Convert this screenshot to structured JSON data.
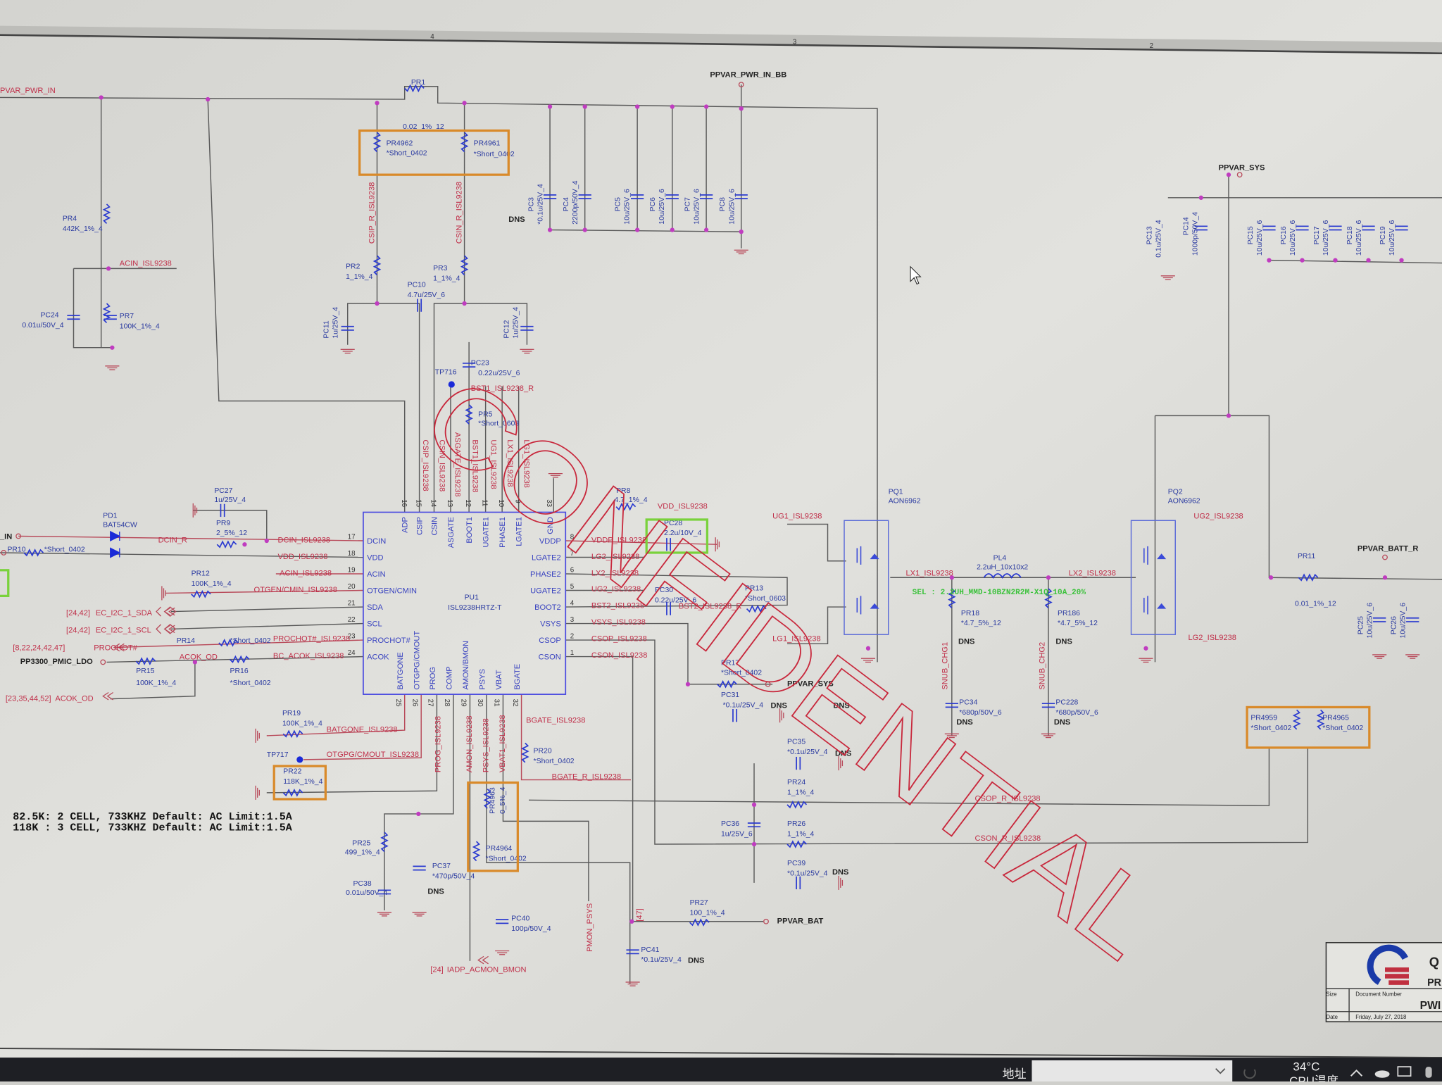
{
  "sheet": {
    "column_markers": [
      "4",
      "3",
      "2"
    ],
    "watermark": "CONFIDENTIAL",
    "notes": [
      "82.5K: 2 CELL, 733KHZ Default: AC Limit:1.5A",
      "118K : 3 CELL, 733KHZ Default: AC Limit:1.5A"
    ],
    "dns_label": "DNS",
    "selection_note": "SEL : 2.2UH_MMD-10BZN2R2M-X1Q_10A_20%"
  },
  "ic": {
    "ref": "PU1",
    "part": "ISL9238HRTZ-T",
    "left_pins": [
      {
        "num": "17",
        "name": "DCIN"
      },
      {
        "num": "18",
        "name": "VDD"
      },
      {
        "num": "19",
        "name": "ACIN"
      },
      {
        "num": "20",
        "name": "OTGEN/CMIN"
      },
      {
        "num": "21",
        "name": "SDA"
      },
      {
        "num": "22",
        "name": "SCL"
      },
      {
        "num": "23",
        "name": "PROCHOT#"
      },
      {
        "num": "24",
        "name": "ACOK"
      }
    ],
    "top_pins": [
      {
        "num": "16",
        "name": "ADP"
      },
      {
        "num": "15",
        "name": "CSIP"
      },
      {
        "num": "14",
        "name": "CSIN"
      },
      {
        "num": "13",
        "name": "ASGATE"
      },
      {
        "num": "12",
        "name": "BOOT1"
      },
      {
        "num": "11",
        "name": "UGATE1"
      },
      {
        "num": "10",
        "name": "PHASE1"
      },
      {
        "num": "9",
        "name": "LGATE1"
      },
      {
        "num": "33",
        "name": "GND"
      }
    ],
    "right_pins": [
      {
        "num": "8",
        "name": "VDDP"
      },
      {
        "num": "7",
        "name": "LGATE2"
      },
      {
        "num": "6",
        "name": "PHASE2"
      },
      {
        "num": "5",
        "name": "UGATE2"
      },
      {
        "num": "4",
        "name": "BOOT2"
      },
      {
        "num": "3",
        "name": "VSYS"
      },
      {
        "num": "2",
        "name": "CSOP"
      },
      {
        "num": "1",
        "name": "CSON"
      }
    ],
    "bottom_pins": [
      {
        "num": "25",
        "name": "BATGONE"
      },
      {
        "num": "26",
        "name": "OTGPG/CMOUT"
      },
      {
        "num": "27",
        "name": "PROG"
      },
      {
        "num": "28",
        "name": "COMP"
      },
      {
        "num": "29",
        "name": "AMON/BMON"
      },
      {
        "num": "30",
        "name": "PSYS"
      },
      {
        "num": "31",
        "name": "VBAT"
      },
      {
        "num": "32",
        "name": "BGATE"
      }
    ]
  },
  "components": [
    {
      "ref": "PR1",
      "value": "0.02_1%_12"
    },
    {
      "ref": "PR4962",
      "value": "*Short_0402"
    },
    {
      "ref": "PR4961",
      "value": "*Short_0402"
    },
    {
      "ref": "PR4",
      "value": "442K_1%_4"
    },
    {
      "ref": "PC24",
      "value": "0.01u/50V_4"
    },
    {
      "ref": "PR7",
      "value": "100K_1%_4"
    },
    {
      "ref": "PR2",
      "value": "1_1%_4"
    },
    {
      "ref": "PR3",
      "value": "1_1%_4"
    },
    {
      "ref": "PC10",
      "value": "4.7u/25V_6"
    },
    {
      "ref": "PC11",
      "value": "1u/25V_4"
    },
    {
      "ref": "PC12",
      "value": "1u/25V_4"
    },
    {
      "ref": "PC23",
      "value": "0.22u/25V_6"
    },
    {
      "ref": "TP716",
      "value": ""
    },
    {
      "ref": "PR5",
      "value": "*Short_0603"
    },
    {
      "ref": "PC3",
      "value": "*0.1u/25V_4"
    },
    {
      "ref": "PC4",
      "value": "2200p/50V_4"
    },
    {
      "ref": "PC5",
      "value": "10u/25V_6"
    },
    {
      "ref": "PC6",
      "value": "10u/25V_6"
    },
    {
      "ref": "PC7",
      "value": "10u/25V_6"
    },
    {
      "ref": "PC8",
      "value": "10u/25V_6"
    },
    {
      "ref": "PC13",
      "value": "0.1u/25V_4"
    },
    {
      "ref": "PC14",
      "value": "1000p/50V_4"
    },
    {
      "ref": "PC15",
      "value": "10u/25V_6"
    },
    {
      "ref": "PC16",
      "value": "10u/25V_6"
    },
    {
      "ref": "PC17",
      "value": "10u/25V_6"
    },
    {
      "ref": "PC18",
      "value": "10u/25V_6"
    },
    {
      "ref": "PC19",
      "value": "10u/25V_6"
    },
    {
      "ref": "PD1",
      "value": "BAT54CW"
    },
    {
      "ref": "PC27",
      "value": "1u/25V_4"
    },
    {
      "ref": "PR9",
      "value": "2_5%_12"
    },
    {
      "ref": "PR10",
      "value": "*Short_0402"
    },
    {
      "ref": "PR12",
      "value": "100K_1%_4"
    },
    {
      "ref": "PR14",
      "value": "*Short_0402"
    },
    {
      "ref": "PR15",
      "value": "100K_1%_4"
    },
    {
      "ref": "PR16",
      "value": "*Short_0402"
    },
    {
      "ref": "PR19",
      "value": "100K_1%_4"
    },
    {
      "ref": "TP717",
      "value": ""
    },
    {
      "ref": "PR22",
      "value": "118K_1%_4"
    },
    {
      "ref": "PR25",
      "value": "499_1%_4"
    },
    {
      "ref": "PC38",
      "value": "0.01u/50V_4"
    },
    {
      "ref": "PC37",
      "value": "*470p/50V_4"
    },
    {
      "ref": "PR4963",
      "value": "0_5%_4"
    },
    {
      "ref": "PR4964",
      "value": "*Short_0402"
    },
    {
      "ref": "PR20",
      "value": "*Short_0402"
    },
    {
      "ref": "PC40",
      "value": "100p/50V_4"
    },
    {
      "ref": "PR27",
      "value": "100_1%_4"
    },
    {
      "ref": "PC41",
      "value": "*0.1u/25V_4"
    },
    {
      "ref": "PR8",
      "value": "4.7_1%_4"
    },
    {
      "ref": "PC28",
      "value": "2.2u/10V_4"
    },
    {
      "ref": "PC30",
      "value": "0.22u/25V_6"
    },
    {
      "ref": "PR13",
      "value": "*Short_0603"
    },
    {
      "ref": "PR17",
      "value": "*Short_0402"
    },
    {
      "ref": "PC31",
      "value": "*0.1u/25V_4"
    },
    {
      "ref": "PC35",
      "value": "*0.1u/25V_4"
    },
    {
      "ref": "PR24",
      "value": "1_1%_4"
    },
    {
      "ref": "PR26",
      "value": "1_1%_4"
    },
    {
      "ref": "PC36",
      "value": "1u/25V_6"
    },
    {
      "ref": "PC39",
      "value": "*0.1u/25V_4"
    },
    {
      "ref": "PQ1",
      "value": "AON6962"
    },
    {
      "ref": "PQ2",
      "value": "AON6962"
    },
    {
      "ref": "PL4",
      "value": "2.2uH_10x10x2"
    },
    {
      "ref": "PR18",
      "value": "*4.7_5%_12"
    },
    {
      "ref": "PR186",
      "value": "*4.7_5%_12"
    },
    {
      "ref": "PC34",
      "value": "*680p/50V_6"
    },
    {
      "ref": "PC228",
      "value": "*680p/50V_6"
    },
    {
      "ref": "PR11",
      "value": "0.01_1%_12"
    },
    {
      "ref": "PC25",
      "value": "10u/25V_6"
    },
    {
      "ref": "PC26",
      "value": "10u/25V_6"
    },
    {
      "ref": "PR4959",
      "value": "*Short_0402"
    },
    {
      "ref": "PR4965",
      "value": "*Short_0402"
    }
  ],
  "power_nets": [
    "PVAR_PWR_IN",
    "PPVAR_PWR_IN_BB",
    "PPVAR_SYS",
    "PPVAR_BATT_R",
    "_IN",
    "PP3300_PMIC_LDO",
    "PPVAR_SYS",
    "PPVAR_BAT"
  ],
  "nets": [
    "ACIN_ISL9238",
    "CSIP_R_ISL9238",
    "CSIN_R_ISL9238",
    "BST1_ISL9238_R",
    "CSIP_ISL9238",
    "CSIN_ISL9238",
    "ASGATE_ISL9238",
    "BST1_ISL9238",
    "UG1_ISL9238",
    "LX1_ISL9238",
    "LG1_ISL9238",
    "DCIN_R",
    "DCIN_ISL9238",
    "VDD_ISL9238",
    "ACIN_ISL9238",
    "OTGEN/CMIN_ISL9238",
    "EC_I2C_1_SDA",
    "EC_I2C_1_SCL",
    "PROCHOT#",
    "PROCHOT#_ISL9238",
    "ACOK_OD",
    "BC_ACOK_ISL9238",
    "ACOK_OD",
    "BATGONE_ISL9238",
    "OTGPG/CMOUT_ISL9238",
    "PROG_ISL9238",
    "AMON_ISL9238",
    "PSYS_ISL9238",
    "VBAT1_ISL9238",
    "BGATE_ISL9238",
    "BGATE_R_ISL9238",
    "PMON_PSYS",
    "IADP_ACMON_BMON",
    "VDD_ISL9238",
    "VDDP_ISL9238",
    "LG2_ISL9238",
    "LX2_ISL9238",
    "UG2_ISL9238",
    "BST2_ISL9238",
    "VSYS_ISL9238",
    "CSOP_ISL9238",
    "CSON_ISL9238",
    "BST2_ISL9238_R",
    "UG1_ISL9238",
    "LG1_ISL9238",
    "LX1_ISL9238",
    "LX2_ISL9238",
    "UG2_ISL9238",
    "LG2_ISL9238",
    "SNUB_CHG1",
    "SNUB_CHG2",
    "CSOP_R_ISL9238",
    "CSON_R_ISL9238"
  ],
  "offpage_refs": [
    "[24,42]",
    "[24,42]",
    "[8,22,24,42,47]",
    "[23,35,44,52]",
    "[24]",
    "[47]"
  ],
  "title_block": {
    "company_initial": "Q",
    "title_fragment": "PR",
    "size_label": "Size",
    "doc_number_label": "Document Number",
    "doc_number": "PWI",
    "date_label": "Date",
    "date": "Friday, July 27, 2018"
  },
  "taskbar": {
    "address_label": "地址",
    "address_value": "",
    "temperature": "34°C",
    "temperature_label": "CPU温度"
  },
  "colors": {
    "net": "#c0304a",
    "component": "#2a3aa0",
    "junction": "#c03cc0",
    "highlight_orange": "#d98a2a",
    "highlight_green": "#7ad23c"
  }
}
